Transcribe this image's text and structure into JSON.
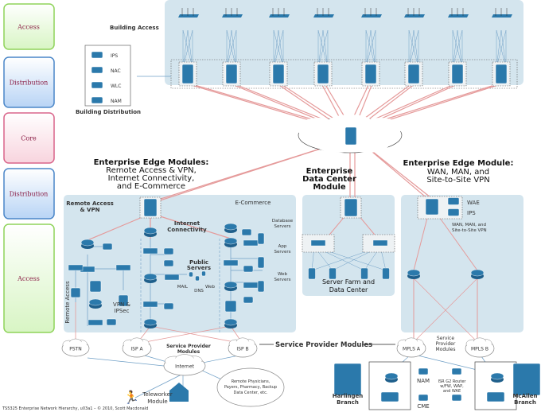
{
  "layers": [
    {
      "label": "Access",
      "color": "#8fd35a"
    },
    {
      "label": "Distribution",
      "color": "#4a86c8"
    },
    {
      "label": "Core",
      "color": "#d9648a"
    },
    {
      "label": "Distribution",
      "color": "#4a86c8"
    },
    {
      "label": "Access",
      "color": "#8fd35a"
    }
  ],
  "building": {
    "access_label": "Building Access",
    "distribution_label": "Building Distribution",
    "legend": [
      {
        "icon": "ips-icon",
        "label": "IPS"
      },
      {
        "icon": "nac-icon",
        "label": "NAC"
      },
      {
        "icon": "wlc-icon",
        "label": "WLC"
      },
      {
        "icon": "nam-icon",
        "label": "NAM"
      }
    ]
  },
  "edge": {
    "title": "Enterprise Edge Modules:",
    "subtitle_lines": [
      "Remote Access & VPN,",
      "Internet Connectivity,",
      "and E-Commerce"
    ],
    "remote_access_title": [
      "Remote Access",
      "& VPN"
    ],
    "remote_access_side": "Remote Access",
    "vpn_label": [
      "VPN &",
      "IPSec"
    ],
    "internet_title": [
      "Internet",
      "Connectivity"
    ],
    "public_servers": [
      "Public",
      "Servers"
    ],
    "mail": "MAIL",
    "dns": "DNS",
    "web": "Web",
    "ecommerce_title": "E-Commerce",
    "db_servers": [
      "Database",
      "Servers"
    ],
    "app_servers": [
      "App",
      "Servers"
    ],
    "web_servers": [
      "Web",
      "Servers"
    ]
  },
  "datacenter": {
    "title_lines": [
      "Enterprise",
      "Data Center",
      "Module"
    ],
    "caption_lines": [
      "Server Farm and",
      "Data Center"
    ]
  },
  "wan": {
    "title": "Enterprise Edge Module:",
    "subtitle_lines": [
      "WAN, MAN, and",
      "Site-to-Site VPN"
    ],
    "wae": "WAE",
    "ips": "IPS",
    "note_lines": [
      "WAN, MAN, and",
      "Site-to-Site VPN"
    ]
  },
  "providers": {
    "pstn": "PSTN",
    "isp_a": "ISP A",
    "isp_b": "ISP B",
    "internet": "Internet",
    "sp_modules_lines": [
      "Service Provider",
      "Modules"
    ],
    "sp_modules_main": "Service Provider Modules",
    "mpls_a": "MPLS A",
    "mpls_b": "MPLS B",
    "sp_modules_right_lines": [
      "Service",
      "Provider",
      "Modules"
    ],
    "remote_lines": [
      "Remote Physicians,",
      "Payers, Pharmacy, Backup",
      "Data Center, etc."
    ]
  },
  "teleworker_lines": [
    "Teleworker",
    "Module"
  ],
  "branches": {
    "left_lines": [
      "Harlingen",
      "Branch"
    ],
    "right_lines": [
      "McAllen",
      "Branch"
    ],
    "nam": "NAM",
    "cme": "CME",
    "isr_lines": [
      "ISR G2 Router",
      "w/FW, WAP,",
      "and WAE"
    ]
  },
  "footer": "TS5325 Enterprise Network Hierarchy, u03a1 – © 2010, Scott Macdonald",
  "colors": {
    "panel": "#d4e5ee",
    "device": "#2b79ab",
    "link_red": "#e59a9a",
    "link_blue": "#6f9fc6"
  }
}
